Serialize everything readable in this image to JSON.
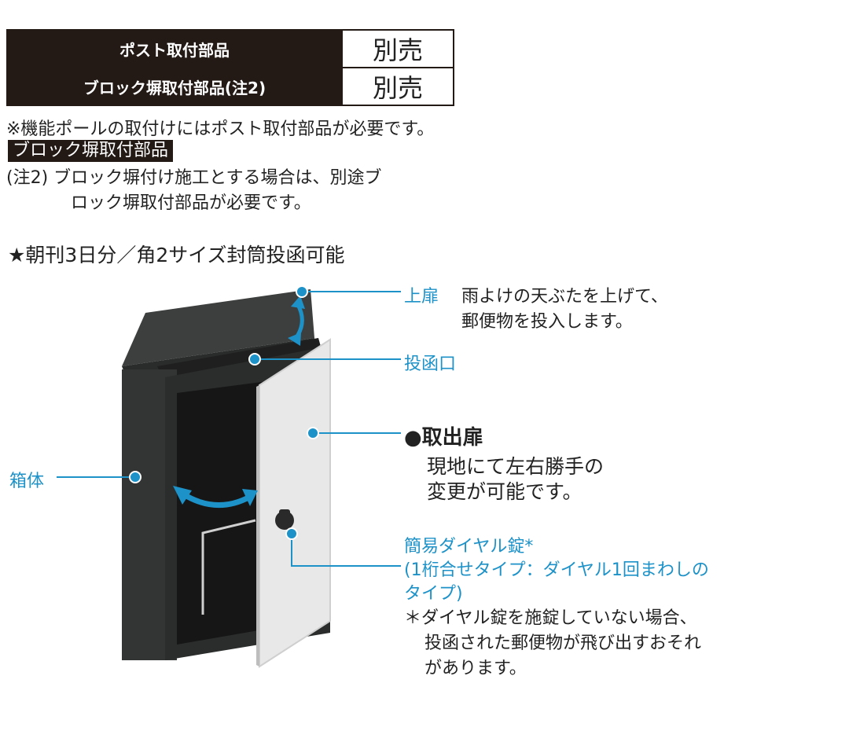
{
  "table": {
    "rows": [
      {
        "label": "ポスト取付部品",
        "value": "別売"
      },
      {
        "label": "ブロック塀取付部品(注2)",
        "value": "別売"
      }
    ]
  },
  "notes": {
    "note1": "※機能ポールの取付けにはポスト取付部品が必要です。",
    "heading": "ブロック塀取付部品",
    "note2_line1": "(注2) ブロック塀付け施工とする場合は、別途ブ",
    "note2_line2": "ロック塀取付部品が必要です。"
  },
  "feature": "★朝刊3日分／角2サイズ封筒投函可能",
  "callouts": {
    "top_door": {
      "label": "上扉",
      "desc_line1": "雨よけの天ぶたを上げて、",
      "desc_line2": "郵便物を投入します。"
    },
    "slot": {
      "label": "投函口"
    },
    "takeout_door": {
      "label": "●取出扉",
      "desc_line1": "現地にて左右勝手の",
      "desc_line2": "変更が可能です。"
    },
    "body": {
      "label": "箱体"
    },
    "lock": {
      "label_line1": "簡易ダイヤル錠*",
      "label_line2": "(1桁合せタイプ：ダイヤル1回まわしの",
      "label_line3": "タイプ)",
      "note_line1": "＊ダイヤル錠を施錠していない場合、",
      "note_line2": "投函された郵便物が飛び出すおそれ",
      "note_line3": "があります。"
    }
  },
  "colors": {
    "accent": "#1d92c8",
    "dark": "#231a16"
  }
}
